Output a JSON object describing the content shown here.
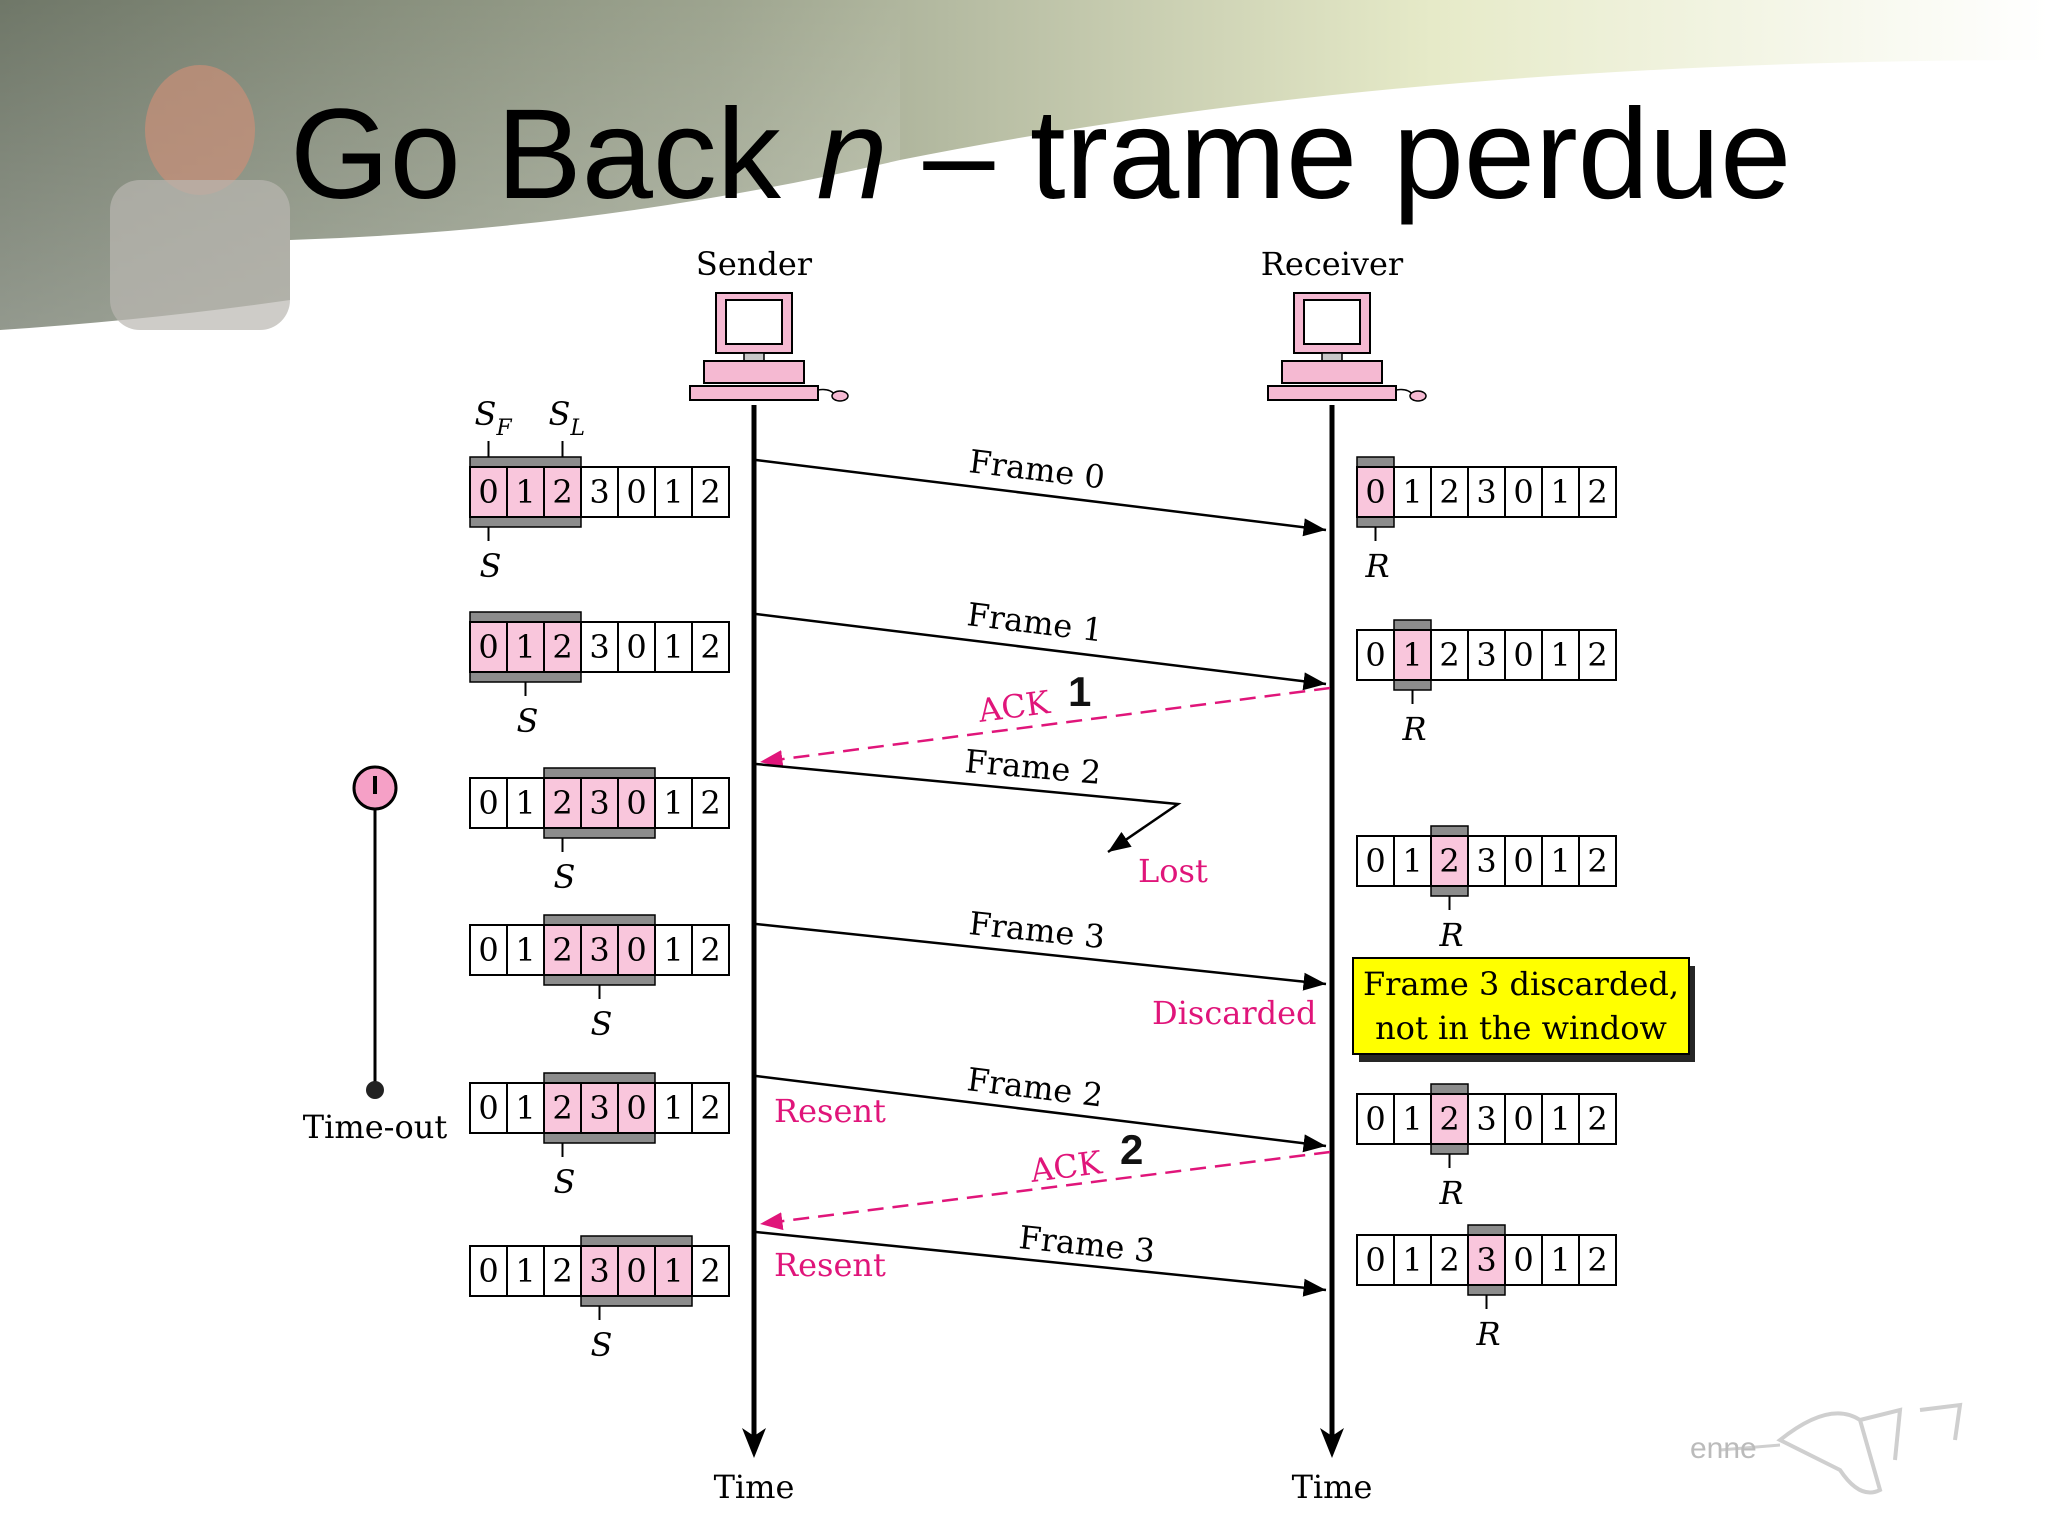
{
  "slide": {
    "title_part1": "Go Back ",
    "title_n": "n",
    "title_part2": " – trame perdue",
    "logo_text": "enne"
  },
  "sender": {
    "label": "Sender",
    "time_label": "Time"
  },
  "receiver": {
    "label": "Receiver",
    "time_label": "Time"
  },
  "sender_window_labels": {
    "sf": "S",
    "sf_sub": "F",
    "sl": "S",
    "sl_sub": "L",
    "pointer": "S"
  },
  "receiver_pointer": "R",
  "timer": {
    "label": "Time-out"
  },
  "sequence": [
    "0",
    "1",
    "2",
    "3",
    "0",
    "1",
    "2"
  ],
  "sender_windows": [
    {
      "window_start": 0,
      "window_end": 2,
      "pointer": 0,
      "show_sf_sl": true
    },
    {
      "window_start": 0,
      "window_end": 2,
      "pointer": 1
    },
    {
      "window_start": 2,
      "window_end": 4,
      "pointer": 2
    },
    {
      "window_start": 2,
      "window_end": 4,
      "pointer": 3
    },
    {
      "window_start": 2,
      "window_end": 4,
      "pointer": 2
    },
    {
      "window_start": 3,
      "window_end": 5,
      "pointer": 3
    }
  ],
  "receiver_windows": [
    {
      "slot": 0
    },
    {
      "slot": 1
    },
    {
      "slot": 2
    },
    {
      "slot": 2
    },
    {
      "slot": 3
    }
  ],
  "messages": [
    {
      "label": "Frame 0"
    },
    {
      "label": "Frame 1"
    },
    {
      "label": "ACK",
      "number": "1"
    },
    {
      "label": "Frame 2",
      "status": "Lost"
    },
    {
      "label": "Frame 3",
      "status": "Discarded"
    },
    {
      "label": "Frame 2",
      "note": "Resent"
    },
    {
      "label": "ACK",
      "number": "2"
    },
    {
      "label": "Frame 3",
      "note": "Resent"
    }
  ],
  "note_box": {
    "line1": "Frame 3 discarded,",
    "line2": "not in the window"
  },
  "colors": {
    "accent": "#e0157a",
    "window_fill": "#f9c6dc",
    "window_bar": "#8c8c8c",
    "note_bg": "#ffff00",
    "line": "#000000"
  }
}
